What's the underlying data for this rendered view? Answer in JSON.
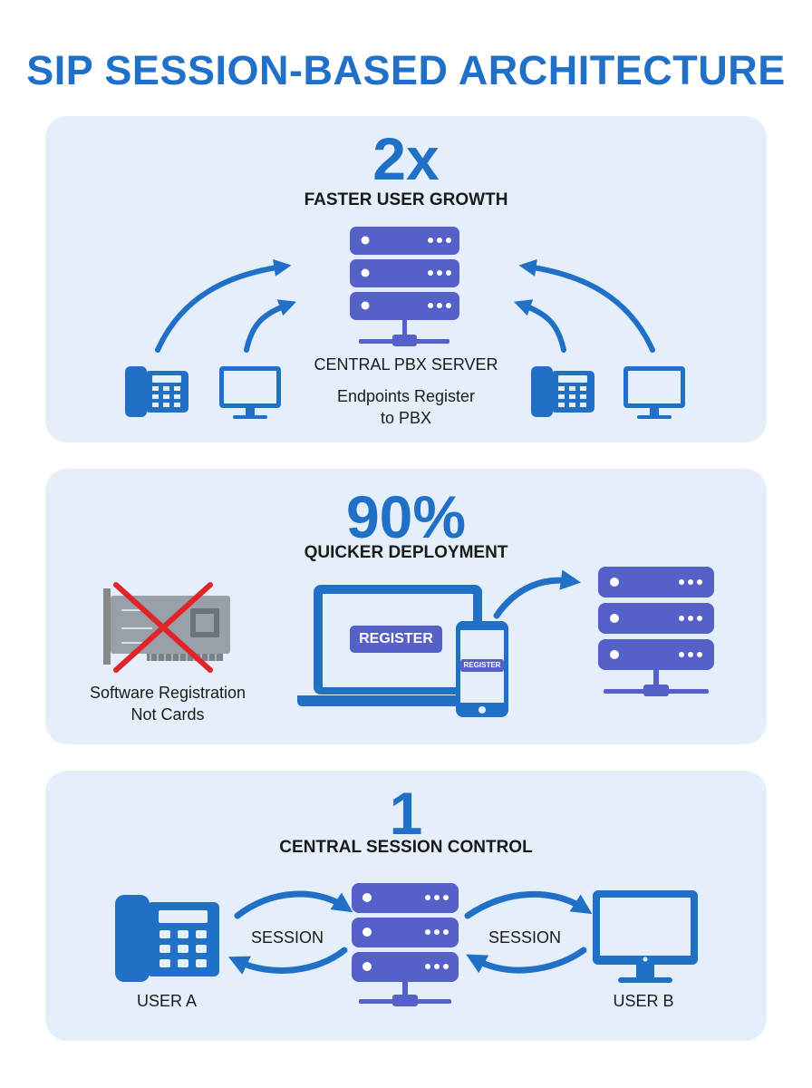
{
  "title": "SIP SESSION-BASED ARCHITECTURE",
  "colors": {
    "accent_blue": "#2070c8",
    "server_purple": "#5660c9",
    "panel_bg": "#e4effb",
    "cross_red": "#e0242a"
  },
  "panels": [
    {
      "stat": "2x",
      "subtitle": "FASTER USER GROWTH",
      "server_label": "CENTRAL PBX SERVER",
      "caption_line1": "Endpoints Register",
      "caption_line2": "to PBX",
      "icons": [
        "desk-phone-icon",
        "monitor-icon",
        "server-stack-icon",
        "desk-phone-icon",
        "monitor-icon"
      ]
    },
    {
      "stat": "90%",
      "subtitle": "QUICKER DEPLOYMENT",
      "card_caption_line1": "Software Registration",
      "card_caption_line2": "Not Cards",
      "laptop_button": "REGISTER",
      "phone_button": "REGISTER",
      "icons": [
        "hardware-card-icon",
        "red-cross-icon",
        "laptop-icon",
        "smartphone-icon",
        "server-stack-icon"
      ]
    },
    {
      "stat": "1",
      "subtitle": "CENTRAL SESSION CONTROL",
      "left_session": "SESSION",
      "right_session": "SESSION",
      "user_a": "USER A",
      "user_b": "USER B",
      "icons": [
        "desk-phone-icon",
        "server-stack-icon",
        "monitor-icon"
      ]
    }
  ]
}
